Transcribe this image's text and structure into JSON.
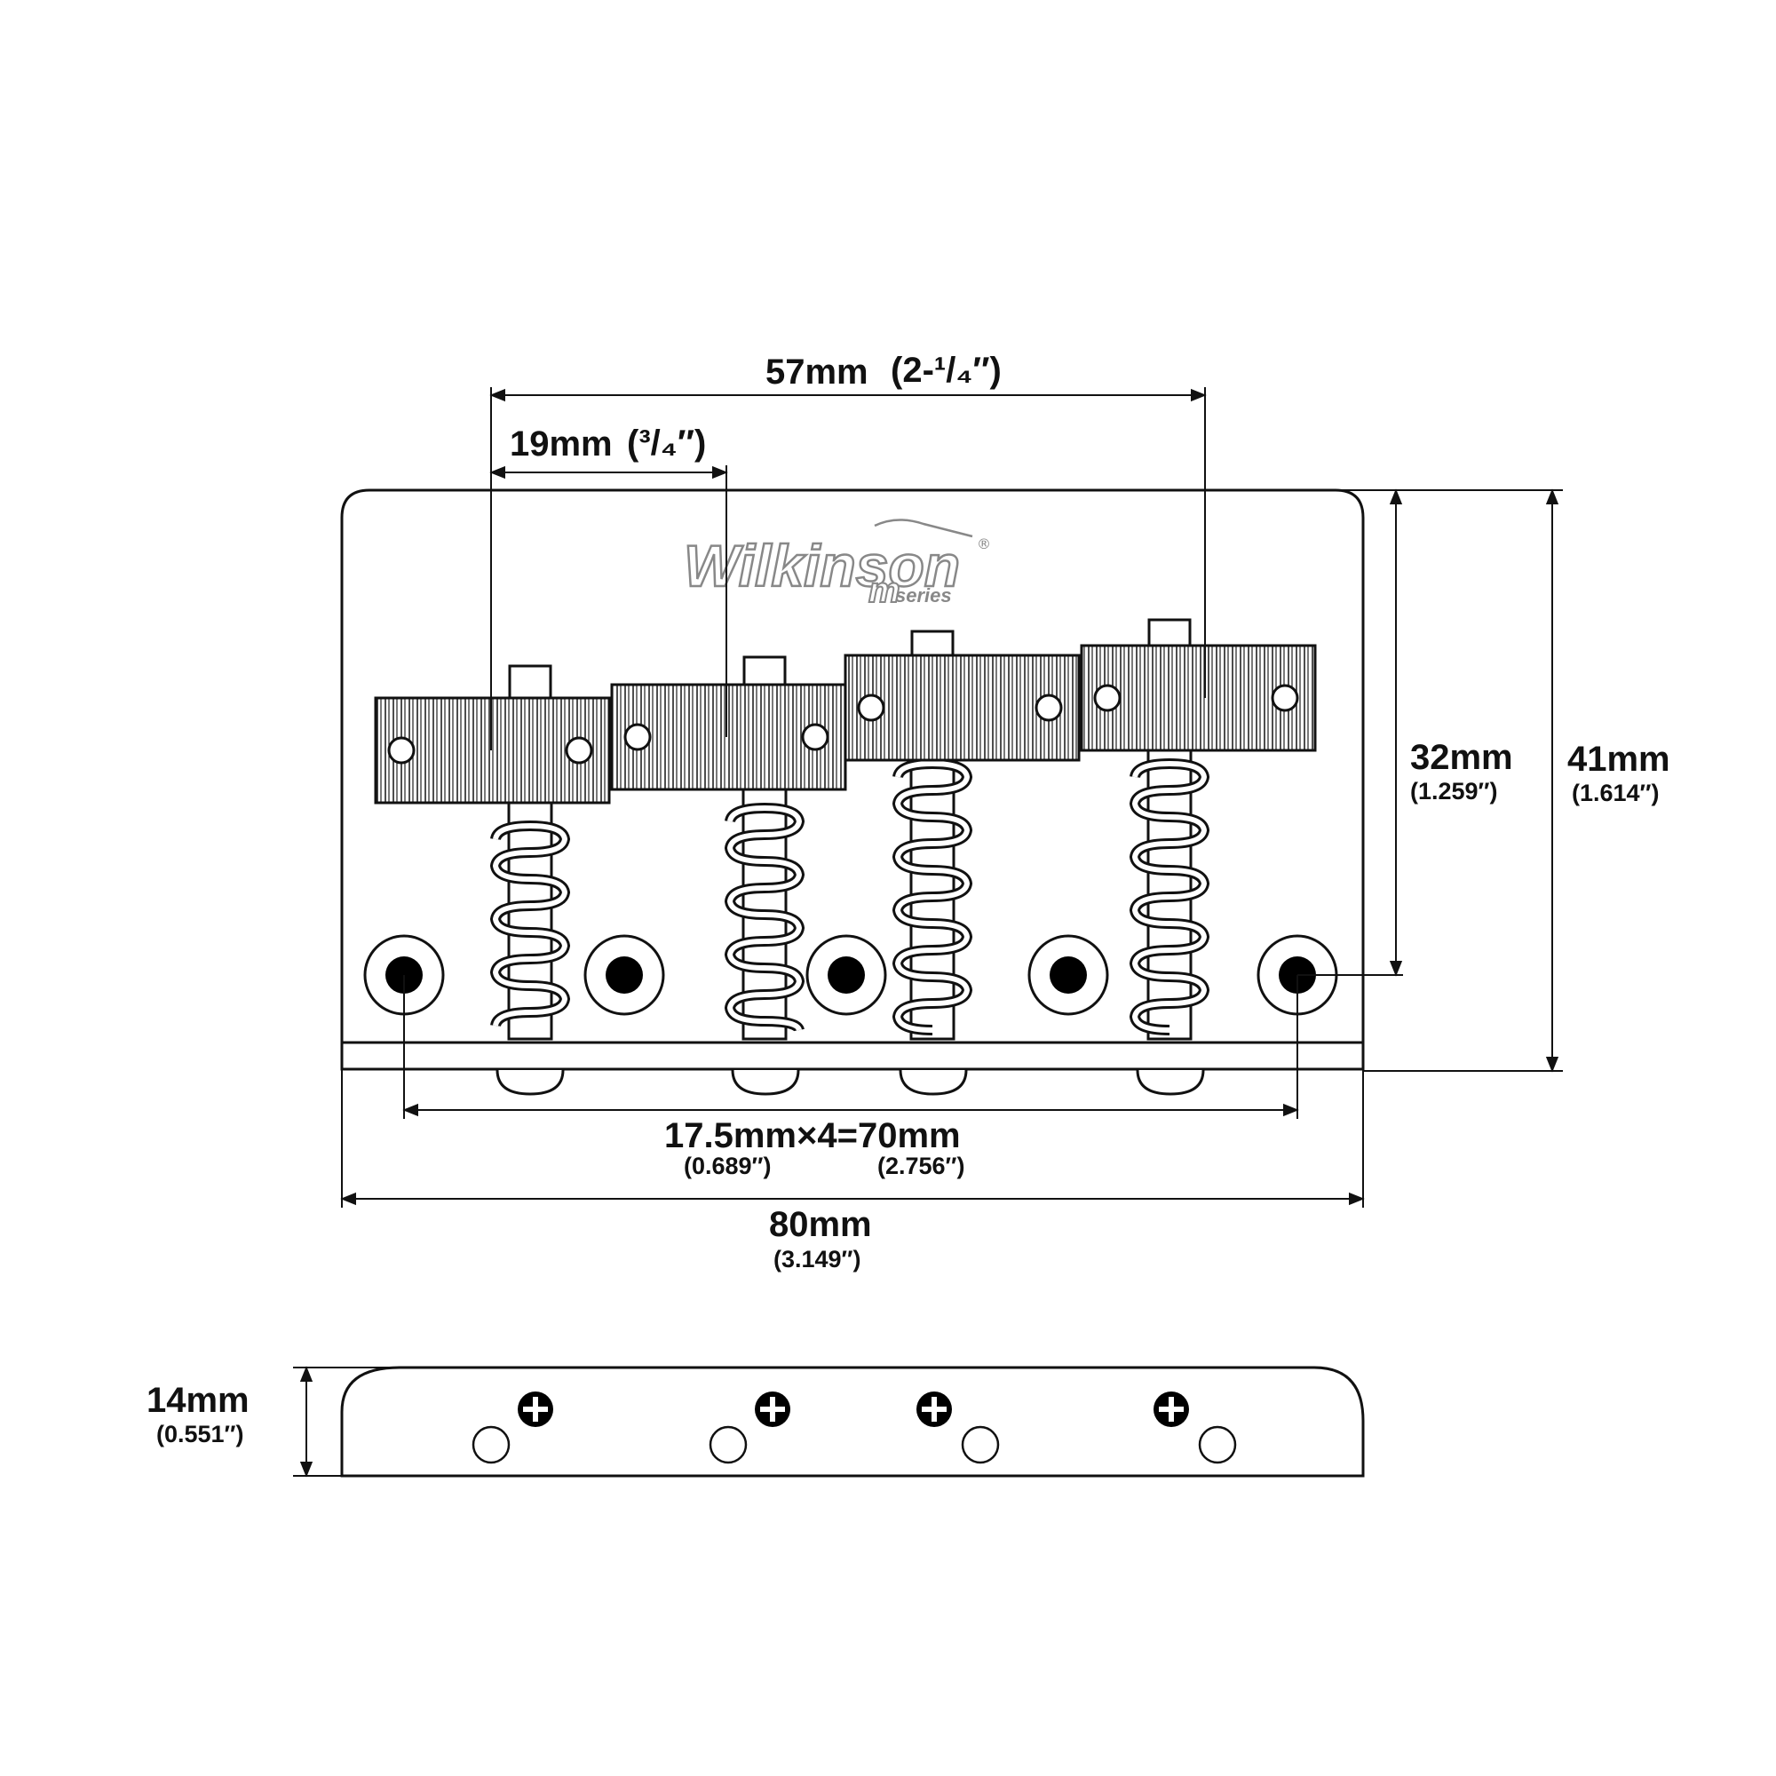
{
  "brand": {
    "logo_text": "Wilkinson",
    "sub_m": "m",
    "sub_series": "series",
    "registered": "®"
  },
  "dimensions": {
    "spread": {
      "mm": "57mm",
      "inch": "(2-¹/₄″)"
    },
    "saddle": {
      "mm": "19mm",
      "inch": "(³/₄″)"
    },
    "mount_height": {
      "mm": "32mm",
      "inch": "(1.259″)"
    },
    "total_height": {
      "mm": "41mm",
      "inch": "(1.614″)"
    },
    "hole_spacing": {
      "mm": "17.5mm×4=70mm",
      "inch_each": "(0.689″)",
      "inch_total": "(2.756″)"
    },
    "width": {
      "mm": "80mm",
      "inch": "(3.149″)"
    },
    "profile_height": {
      "mm": "14mm",
      "inch": "(0.551″)"
    }
  },
  "colors": {
    "line": "#111111",
    "fill": "#ffffff",
    "hole": "#000000"
  }
}
